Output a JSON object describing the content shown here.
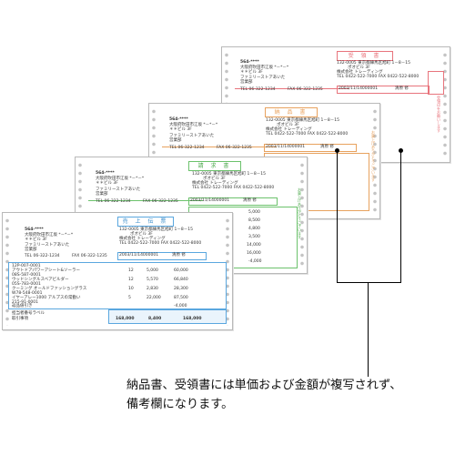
{
  "colors": {
    "receipt": "#e8747c",
    "delivery": "#e8a25e",
    "invoice": "#6cc26c",
    "sales": "#5aa7df"
  },
  "receipt": {
    "title": "受 領 書",
    "zip": "564-****",
    "addr": "大阪府吹田市江坂 *－*－*",
    "bldg": "＊＊ビル 3F",
    "company": "ファミリーストアあいた",
    "dept": "営業部",
    "tel": "TEL 06-322-1234",
    "fax": "FAX 06-322-1235",
    "sender_addr": "132-0005 東京都練馬区旭町 1－8－15",
    "sender_bldg": "ポオビル 3F",
    "sender_company": "株式会社 トレーディング",
    "sender_tel": "TEL 0422-522-7000 FAX 0422-522-8000",
    "date": "2003/11/14000001",
    "staff": "清原 修"
  },
  "delivery": {
    "title": "納 品 書",
    "zip": "564-****",
    "addr": "大阪府吹田市江坂 *－*－*",
    "bldg": "＊＊ビル 3F",
    "company": "ファミリーストアあいた",
    "dept": "営業部",
    "tel": "TEL 06-322-1234",
    "fax": "FAX 06-322-1235",
    "sender_addr": "132-0005 東京都練馬区旭町 1－8－15",
    "sender_bldg": "ポオビル 3F",
    "sender_company": "株式会社 トレーディング",
    "sender_tel": "TEL 0422-522-7000 FAX 0422-522-8000",
    "date": "2003/11/14000001",
    "staff": "清原 修"
  },
  "invoice": {
    "title": "請 求 書",
    "zip": "564-****",
    "addr": "大阪府吹田市江坂 *－*－*",
    "bldg": "＊＊ビル 3F",
    "company": "ファミリーストアあいた",
    "dept": "営業部",
    "tel": "TEL 06-322-1234",
    "fax": "FAX 06-322-1235",
    "sender_addr": "132-0005 東京都練馬区旭町 1－8－15",
    "sender_bldg": "ポオビル 3F",
    "sender_company": "株式会社 トレーディング",
    "sender_tel": "TEL 0422-522-7000 FAX 0422-522-8000",
    "date": "2003/11/14000001",
    "staff": "清原 修",
    "side_amounts": [
      "5,000",
      "8,500",
      "4,800",
      "3,500",
      "14,000",
      "16,000",
      "-4,000"
    ]
  },
  "sales": {
    "title": "売 上 伝 票",
    "zip": "564-****",
    "addr": "大阪府吹田市江坂 *－*－*",
    "bldg": "＊＊ビル 3F",
    "company": "ファミリーストアあいた",
    "dept": "営業部",
    "tel": "TEL 06-322-1234",
    "fax": "FAX 06-322-1235",
    "sender_addr": "132-0005 東京都練馬区旭町 1－8－15",
    "sender_bldg": "ポオビル 3F",
    "sender_company": "株式会社 トレーディング",
    "sender_tel": "TEL 0422-522-7000 FAX 0422-522-8000",
    "date": "2003/11/14000001",
    "staff": "清原 修",
    "items": [
      {
        "code": "12P-007-0001",
        "name": "アウトドアパワーアシート&ソーラー",
        "qty": "12",
        "price": "5,000",
        "amount": "60,000"
      },
      {
        "code": "08S-587-0001",
        "name": "ウッドシングルスベアビルダー",
        "qty": "12",
        "price": "5,570",
        "amount": "66,840"
      },
      {
        "code": "05S-783-0001",
        "name": "クーミング オールドファッショングラス",
        "qty": "10",
        "price": "2,830",
        "amount": "28,300"
      },
      {
        "code": "W78-548-0001",
        "name": "イヤーアレー1000 アルプスの常勤い",
        "qty": "5",
        "price": "22,000",
        "amount": "87,500"
      },
      {
        "code": "215-91-0001",
        "name": "返品値引き",
        "qty": "",
        "price": "",
        "amount": "-4,000"
      }
    ],
    "footer_left": [
      "担当者番号ラベル",
      "取引事項"
    ],
    "totals": [
      "168,000",
      "8,400",
      "168,000"
    ]
  },
  "caption": {
    "line1": "納品書、受領書には単価および金額が複写されず、",
    "line2": "備考欄になります。"
  }
}
